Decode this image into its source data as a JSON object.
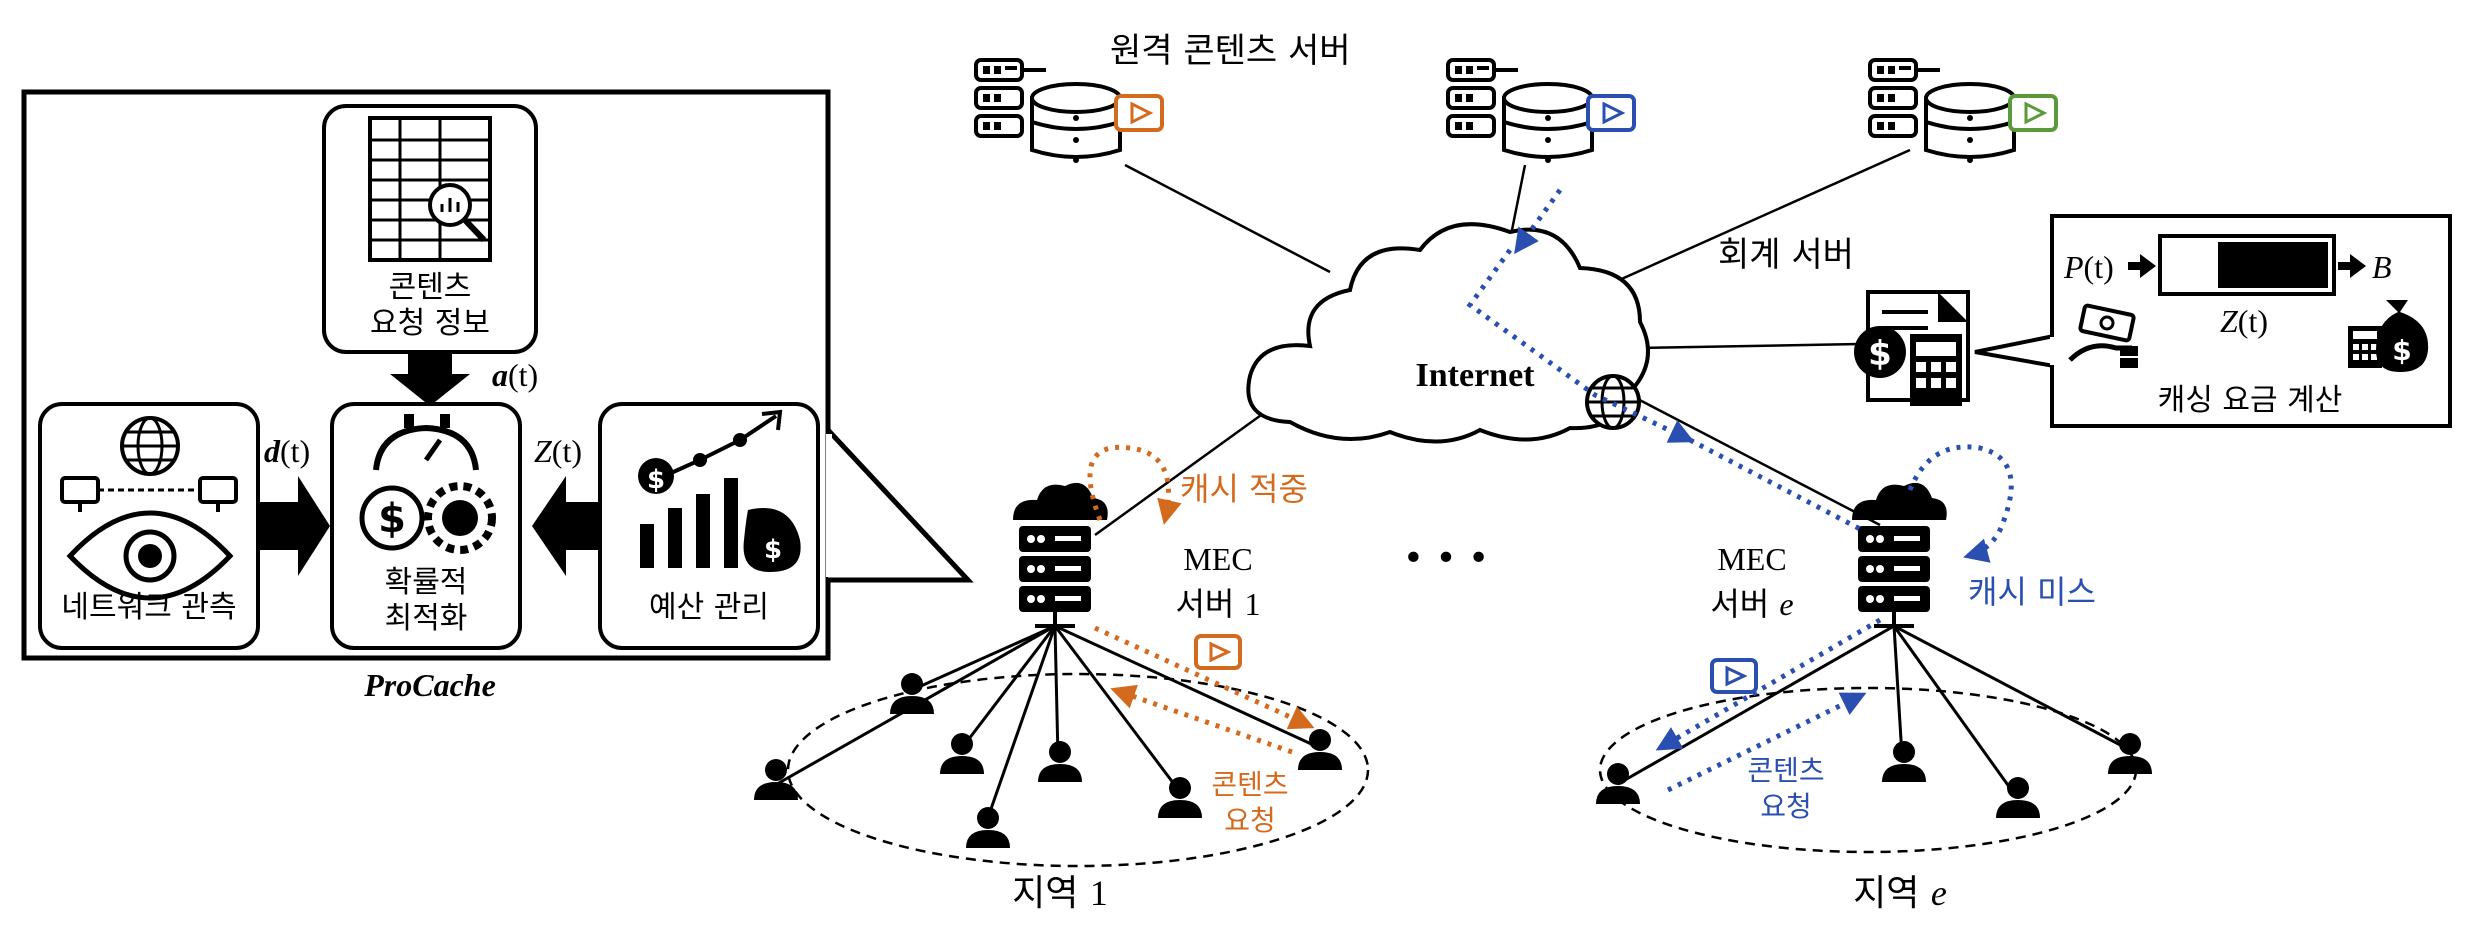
{
  "colors": {
    "orange": "#d46a1e",
    "blue": "#2a4fb0",
    "green": "#5a9a3a",
    "black": "#000000"
  },
  "remote_servers": {
    "title": "원격 콘텐츠 서버",
    "icons": [
      "server-rack-icon",
      "database-icon",
      "video-play-icon"
    ]
  },
  "billing": {
    "title": "회계 서버",
    "panel": {
      "p_var": "P",
      "p_arg": "(t)",
      "b_var": "B",
      "z_var": "Z",
      "z_arg": "(t)",
      "caption": "캐싱 요금 계산"
    }
  },
  "internet_label": "Internet",
  "ellipsis": "• • •",
  "mec1": {
    "line1": "MEC",
    "line2_prefix": "서버 ",
    "line2_index": "1",
    "cache_hit": "캐시 적중",
    "request": [
      "콘텐츠",
      "요청"
    ]
  },
  "mece": {
    "line1": "MEC",
    "line2_prefix": "서버 ",
    "line2_index": "e",
    "cache_miss": "캐시 미스",
    "request": [
      "콘텐츠",
      "요청"
    ]
  },
  "region1": {
    "prefix": "지역 ",
    "index": "1"
  },
  "regione": {
    "prefix": "지역 ",
    "index": "e"
  },
  "procache": {
    "title": "ProCache",
    "content_info": [
      "콘텐츠",
      "요청 정보"
    ],
    "a_var": "a",
    "a_arg": "(t)",
    "d_var": "d",
    "d_arg": "(t)",
    "z_var": "Z",
    "z_arg": "(t)",
    "network": "네트워크 관측",
    "optimizer": [
      "확률적",
      "최적화"
    ],
    "budget": "예산 관리"
  }
}
